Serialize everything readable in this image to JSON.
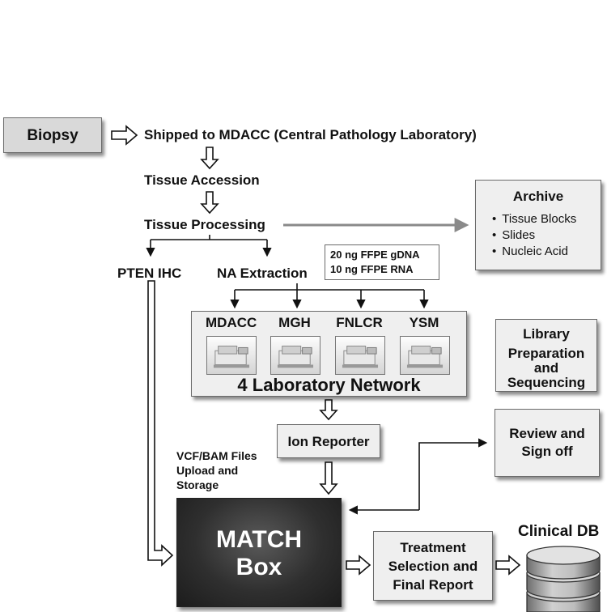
{
  "biopsy": "Biopsy",
  "shipped": "Shipped to MDACC (Central Pathology Laboratory)",
  "tissue_accession": "Tissue Accession",
  "tissue_processing": "Tissue Processing",
  "archive": {
    "title": "Archive",
    "items": [
      "Tissue Blocks",
      "Slides",
      "Nucleic Acid"
    ]
  },
  "pten_ihc": "PTEN IHC",
  "na_extraction": "NA Extraction",
  "input_amounts": {
    "line1": "20 ng FFPE gDNA",
    "line2": "10 ng FFPE RNA"
  },
  "labs": [
    "MDACC",
    "MGH",
    "FNLCR",
    "YSM"
  ],
  "network_label": "4 Laboratory Network",
  "library_prep": {
    "line1": "Library",
    "line2": "Preparation",
    "line3": "and",
    "line4": "Sequencing"
  },
  "ion_reporter": "Ion Reporter",
  "review": {
    "line1": "Review and",
    "line2": "Sign off"
  },
  "vcf": {
    "line1": "VCF/BAM Files",
    "line2": "Upload and",
    "line3": "Storage"
  },
  "clinical_db": "Clinical DB",
  "match_box": {
    "line1": "MATCH",
    "line2": "Box"
  },
  "treatment": {
    "line1": "Treatment",
    "line2": "Selection and",
    "line3": "Final Report"
  },
  "colors": {
    "box_fill": "#efefef",
    "biopsy_fill": "#d9d9d9",
    "match_dark": "#2a2a2a",
    "arrow_gray": "#8a8a8a"
  }
}
